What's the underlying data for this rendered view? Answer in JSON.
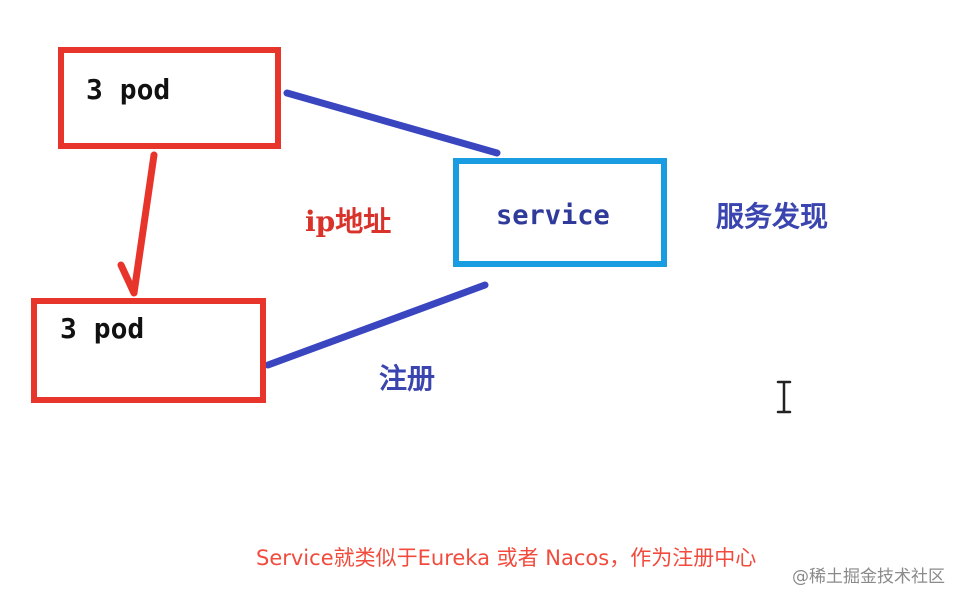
{
  "nodes": {
    "top_pod": "3 pod",
    "bottom_pod": "3 pod",
    "service": "service"
  },
  "annotations": {
    "ip_address": "ip地址",
    "service_discovery": "服务发现",
    "register": "注册"
  },
  "caption": "Service就类似于Eureka 或者 Nacos，作为注册中心",
  "watermark": "@稀土掘金技术社区",
  "colors": {
    "pod_border": "#e8352b",
    "service_border": "#1a9ce0",
    "connector": "#3a45c0",
    "arrow": "#e8352b",
    "caption": "#f24b3d"
  },
  "icons": {
    "cursor": "text-cursor-icon"
  }
}
